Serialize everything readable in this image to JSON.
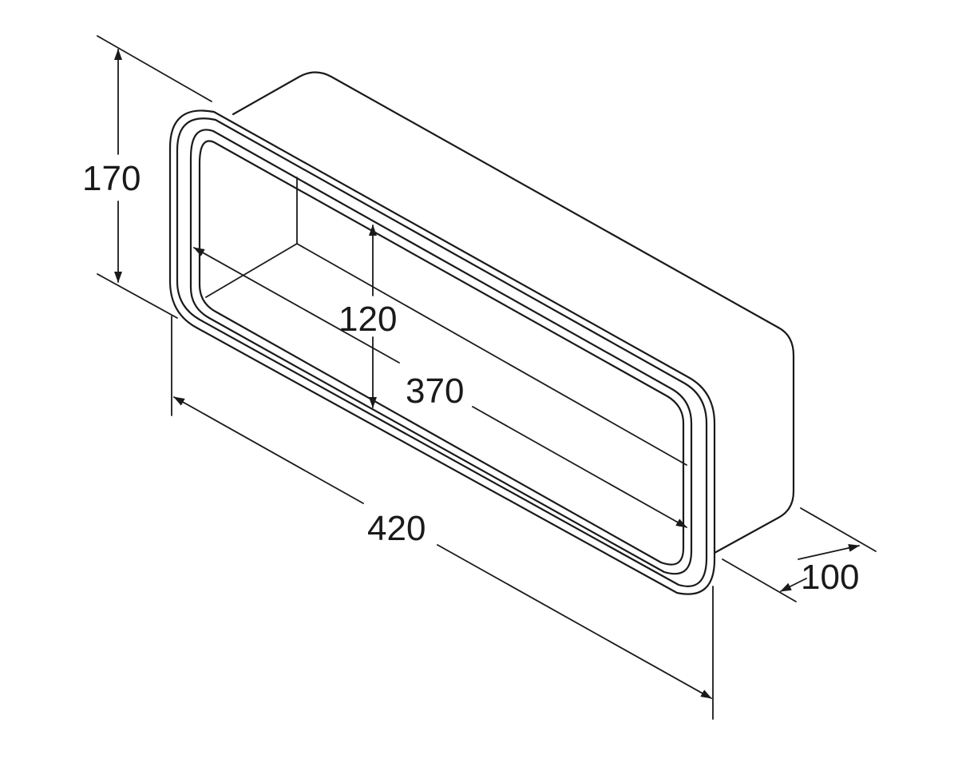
{
  "drawing": {
    "dimensions": {
      "outer_height": "170",
      "inner_height": "120",
      "inner_length": "370",
      "outer_length": "420",
      "depth": "100"
    },
    "colors": {
      "line": "#1a1a1a",
      "background": "#ffffff"
    }
  }
}
